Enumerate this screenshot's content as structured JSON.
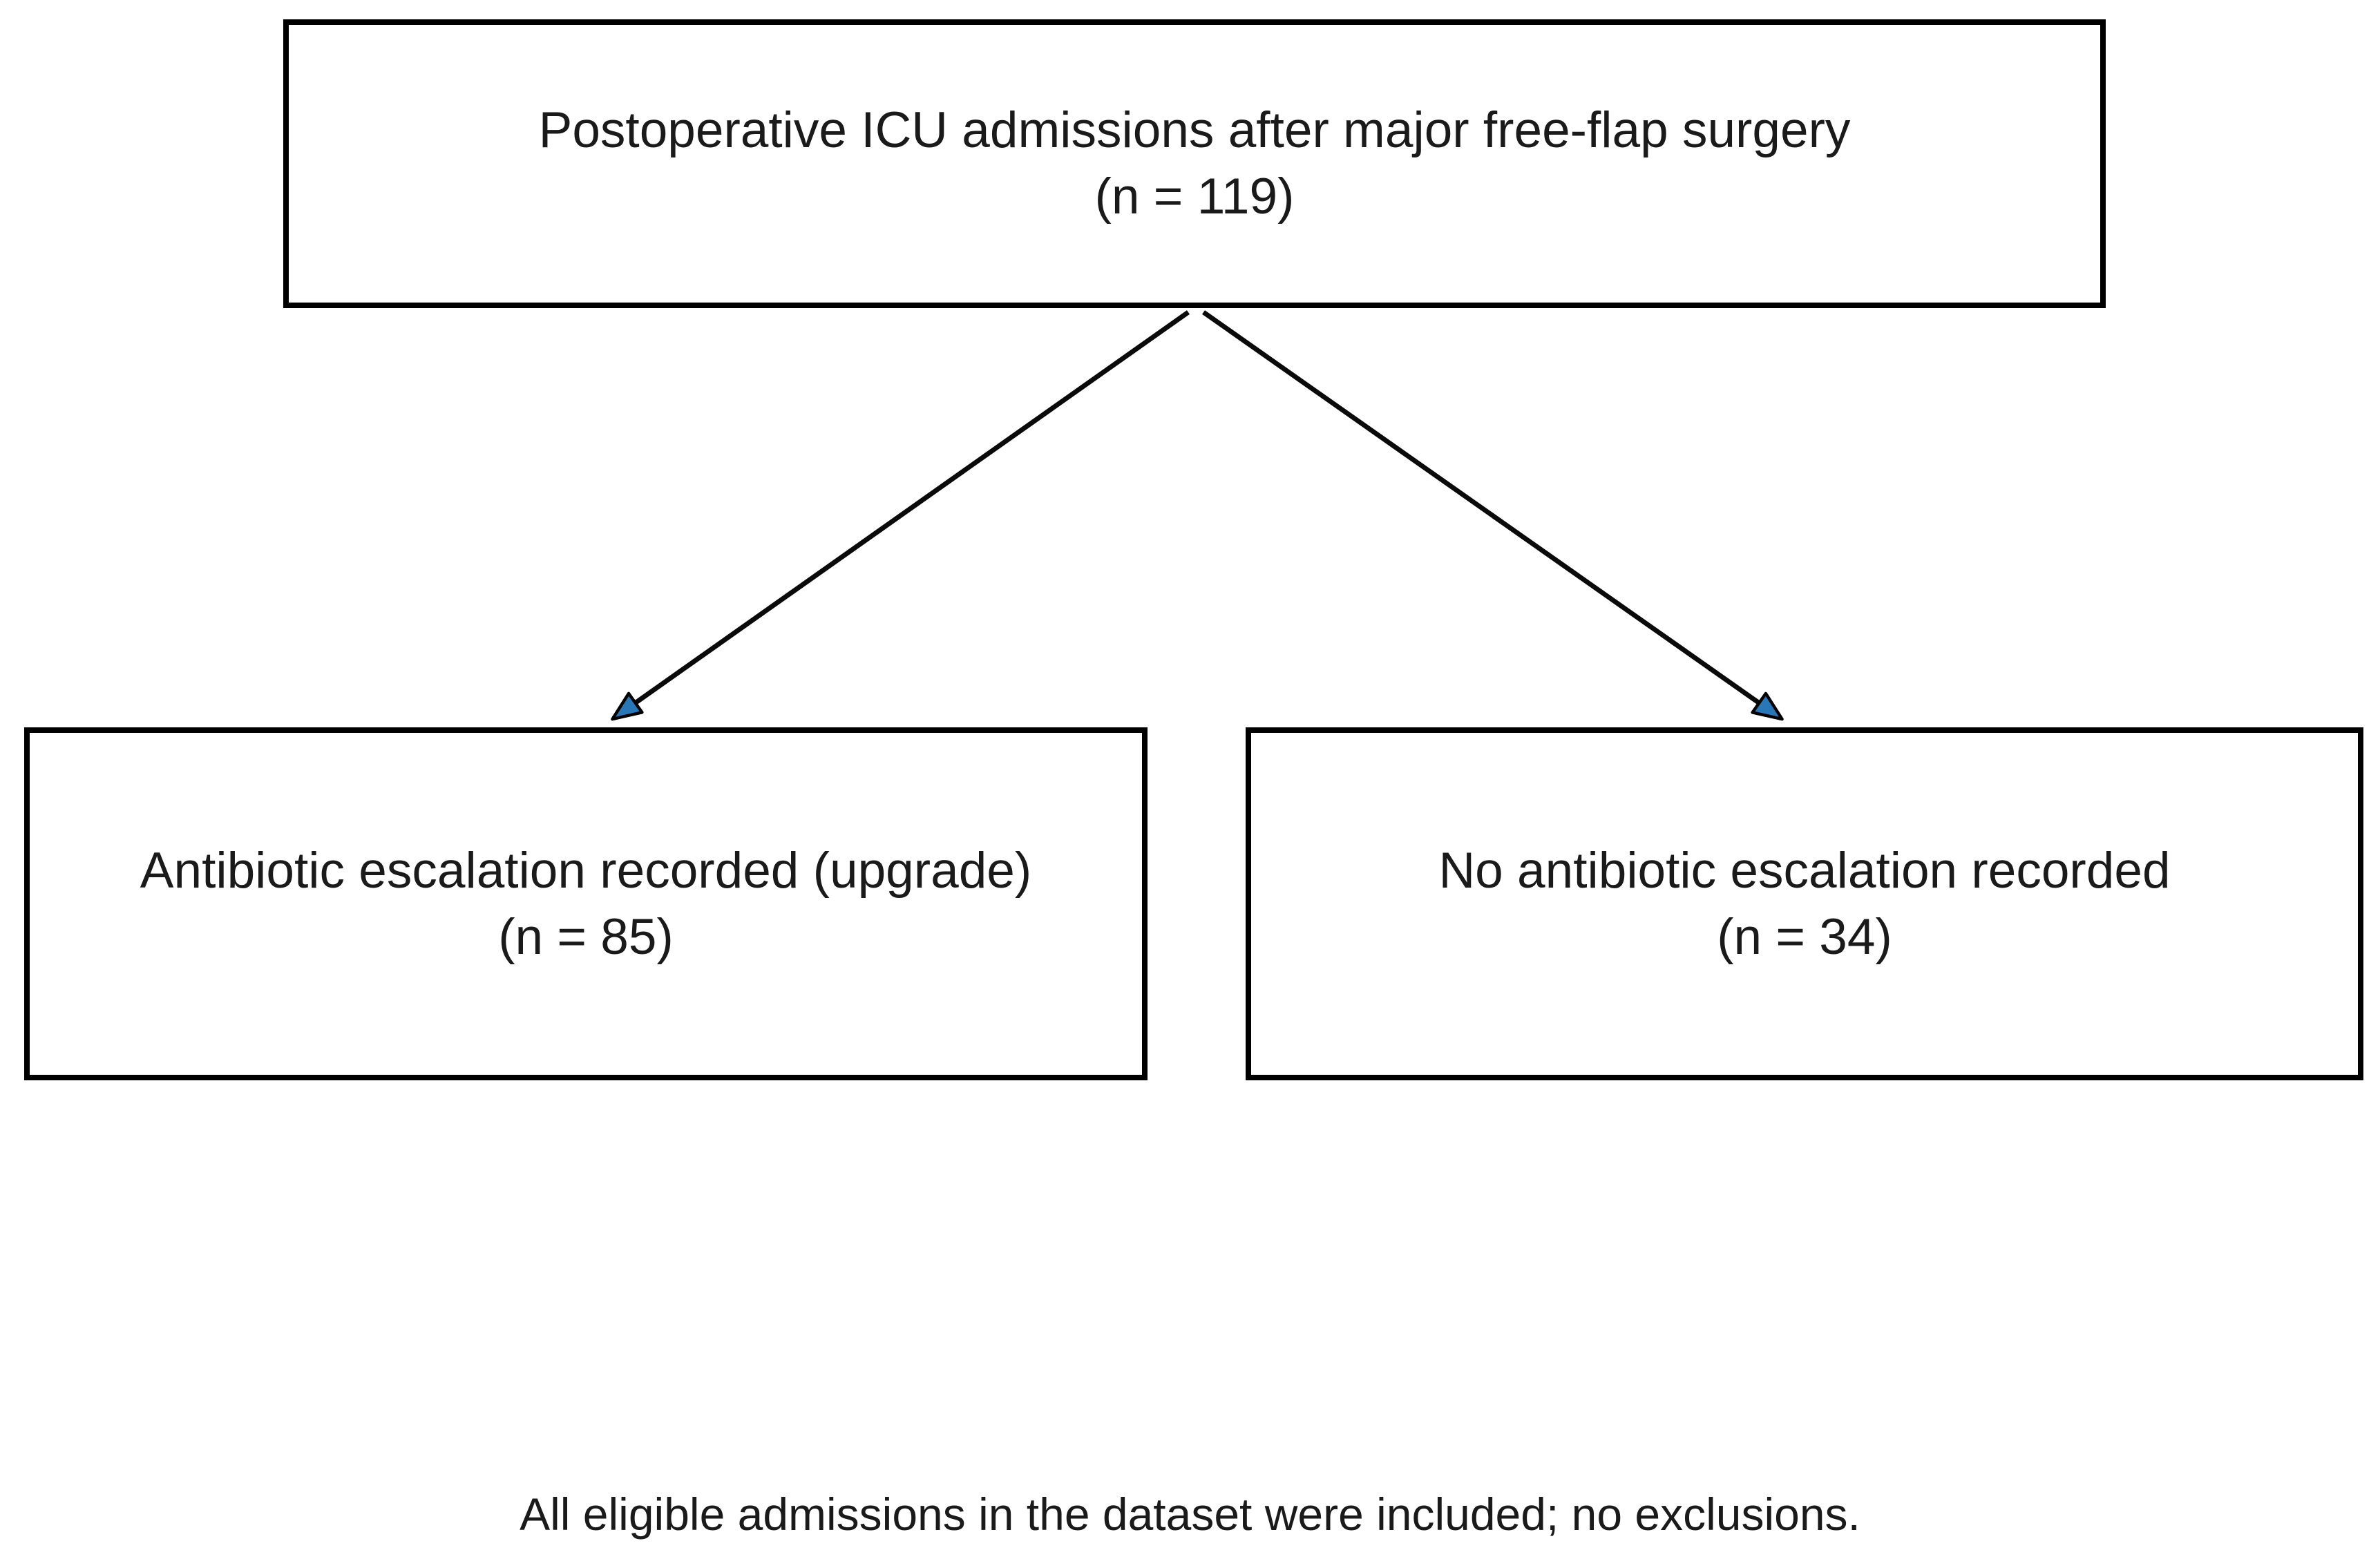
{
  "diagram": {
    "type": "flowchart",
    "nodes": {
      "source": {
        "label": "Postoperative ICU admissions after major free-flap surgery",
        "count": "(n = 119)"
      },
      "escalation": {
        "label": "Antibiotic escalation recorded (upgrade)",
        "count": "(n = 85)"
      },
      "no_escalation": {
        "label": "No antibiotic escalation recorded",
        "count": "(n = 34)"
      }
    },
    "edges": [
      {
        "from": "source",
        "to": "escalation"
      },
      {
        "from": "source",
        "to": "no_escalation"
      }
    ],
    "footnote": "All eligible admissions in the dataset were included; no exclusions.",
    "colors": {
      "box_border": "#000000",
      "arrow_line": "#0a0a0a",
      "arrowhead_fill": "#2878b8",
      "text": "#1a1a1a",
      "background": "#ffffff"
    }
  }
}
